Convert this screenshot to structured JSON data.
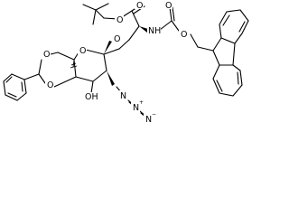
{
  "structure": {
    "atom_labels": {
      "ester_o_double": "O",
      "ester_o_single": "O",
      "fmoc_o_double": "O",
      "fmoc_o_single": "O",
      "amide_nh": "NH",
      "ether_o": "O",
      "ring_o_pyran": "O",
      "acetal_o_top": "O",
      "acetal_o_bottom": "O",
      "hydroxyl": "OH",
      "azide_n_inner": "N",
      "azide_n_middle": "N",
      "azide_n_outer": "N",
      "azide_plus": "+",
      "azide_minus": "−"
    }
  }
}
